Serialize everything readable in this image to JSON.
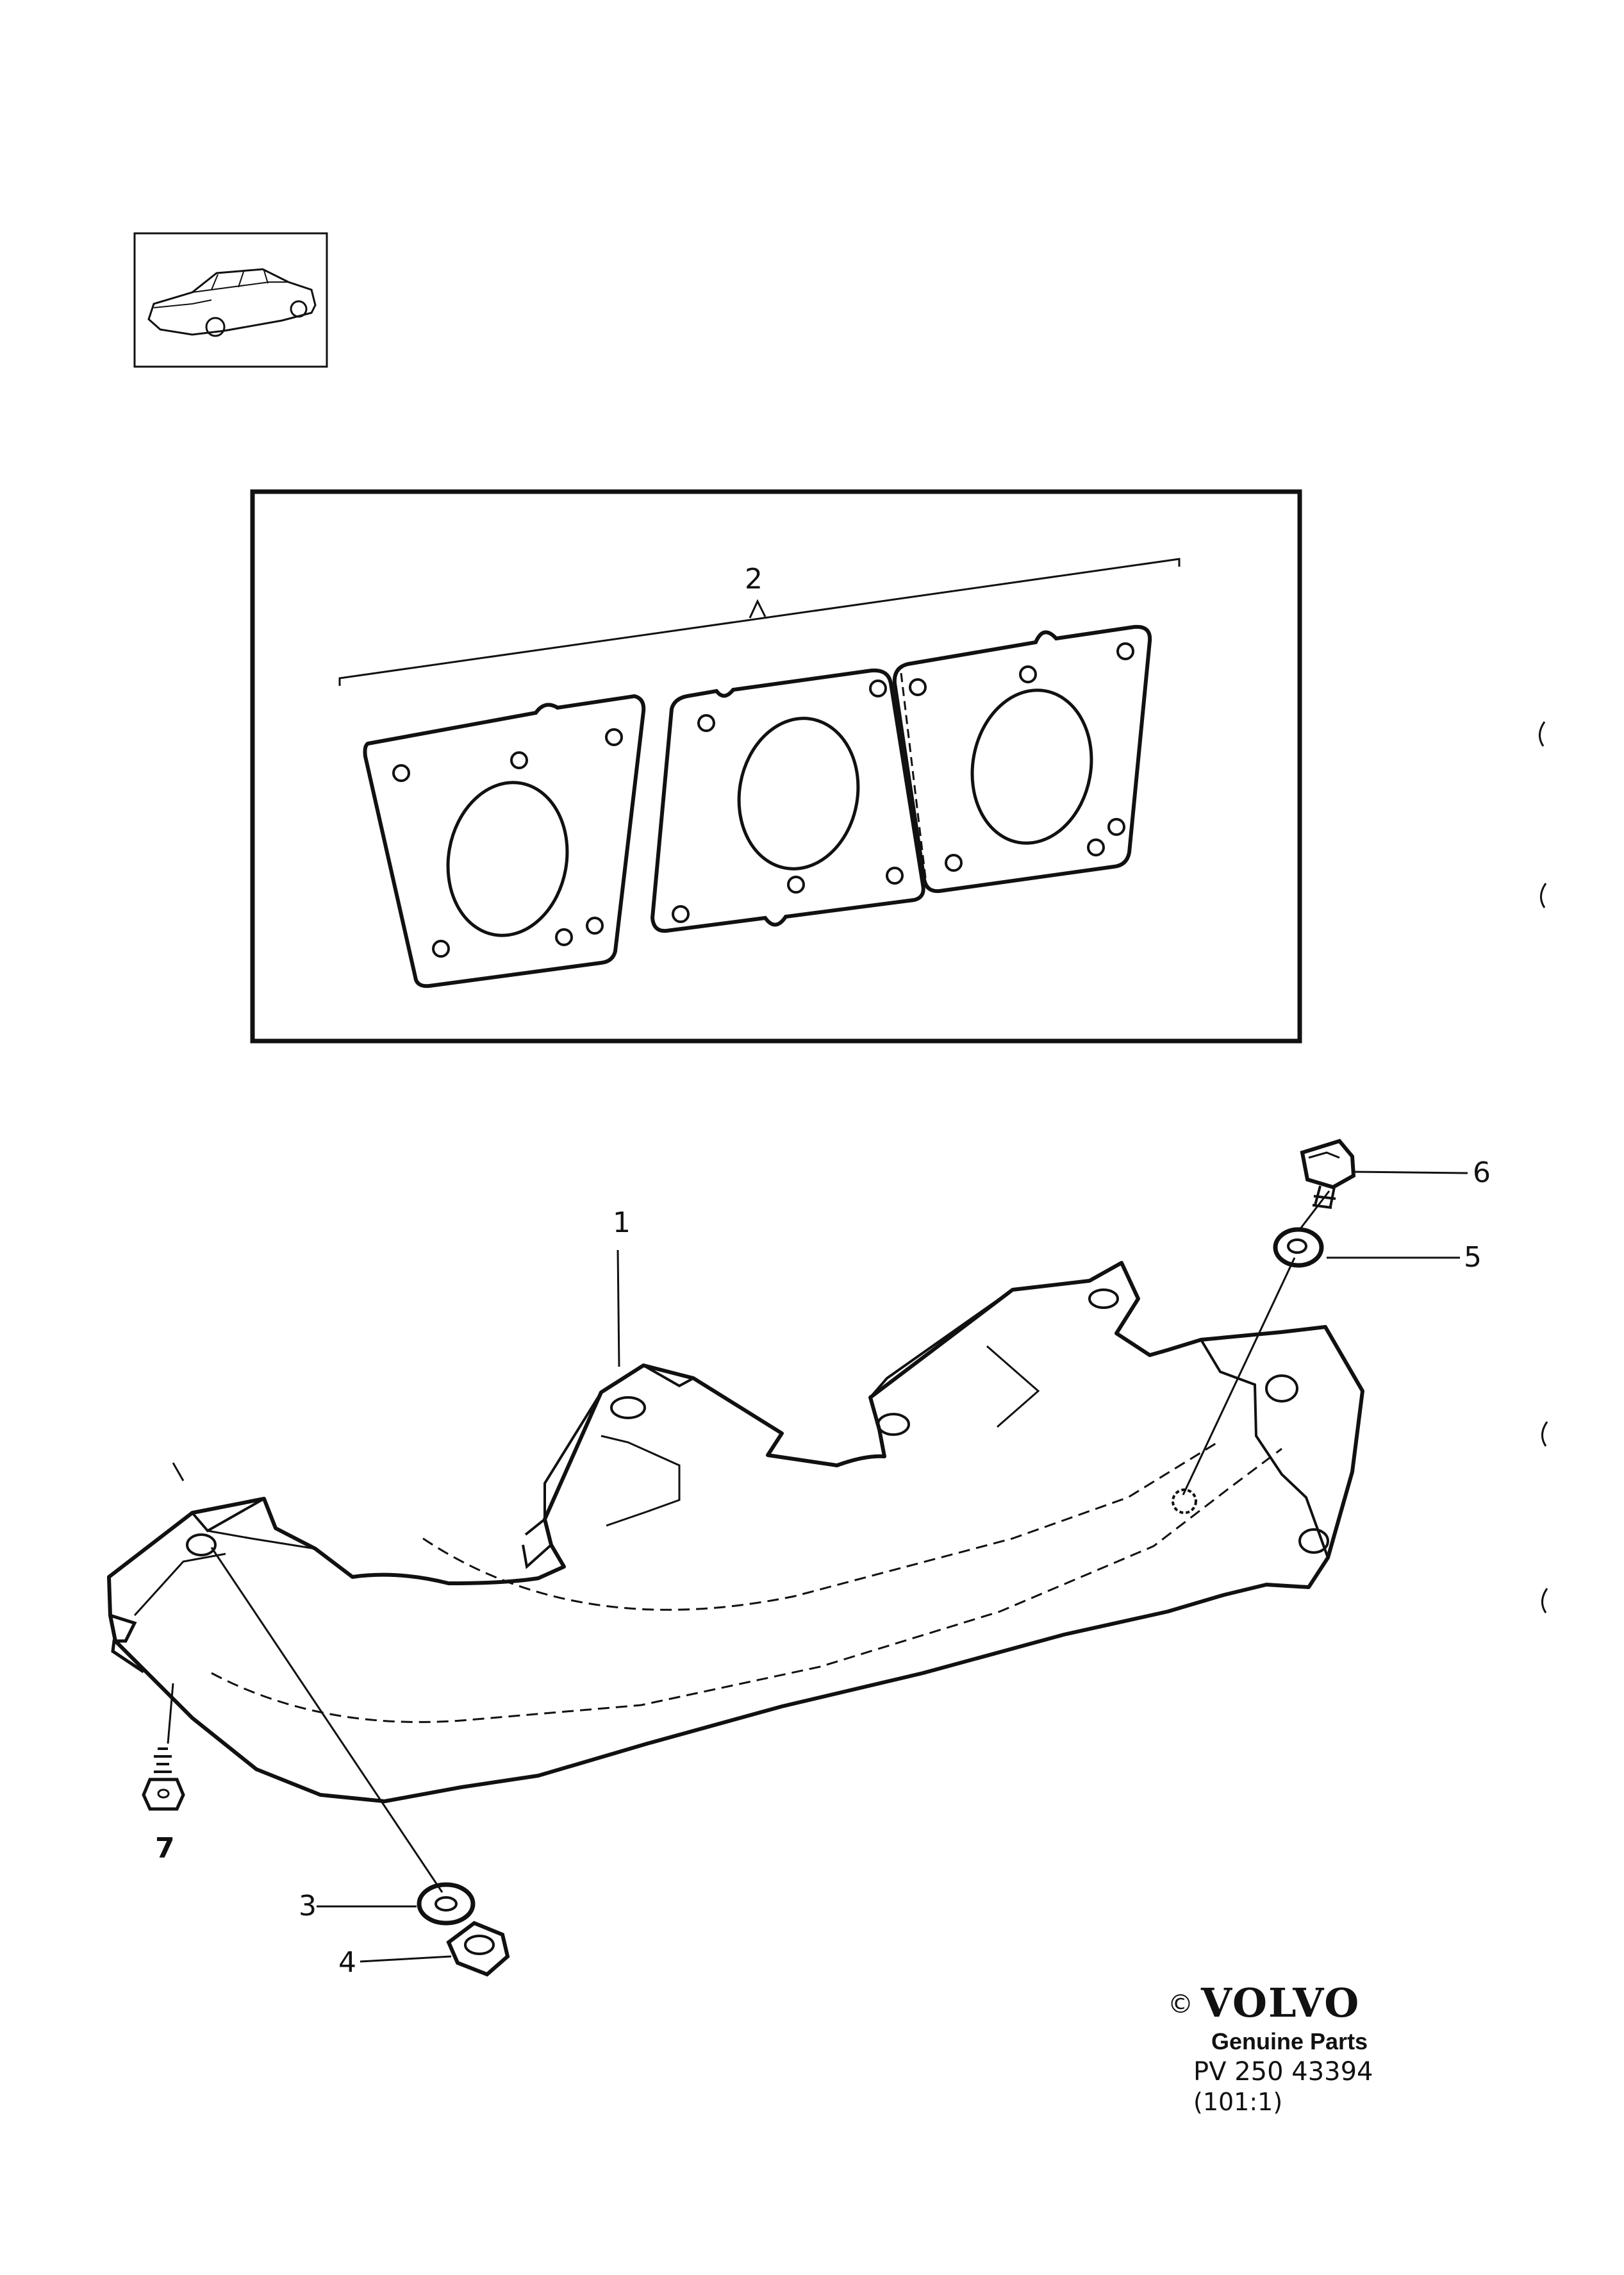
{
  "callouts": {
    "c1": "1",
    "c2": "2",
    "c3": "3",
    "c4": "4",
    "c5": "5",
    "c6": "6",
    "c7": "7"
  },
  "brand": {
    "copyright": "©",
    "logo": "VOLVO",
    "subtitle": "Genuine Parts",
    "code": "PV  250 43394",
    "ref": "(101:1)"
  },
  "icons": {
    "thumbnail": "car-thumbnail-icon"
  }
}
